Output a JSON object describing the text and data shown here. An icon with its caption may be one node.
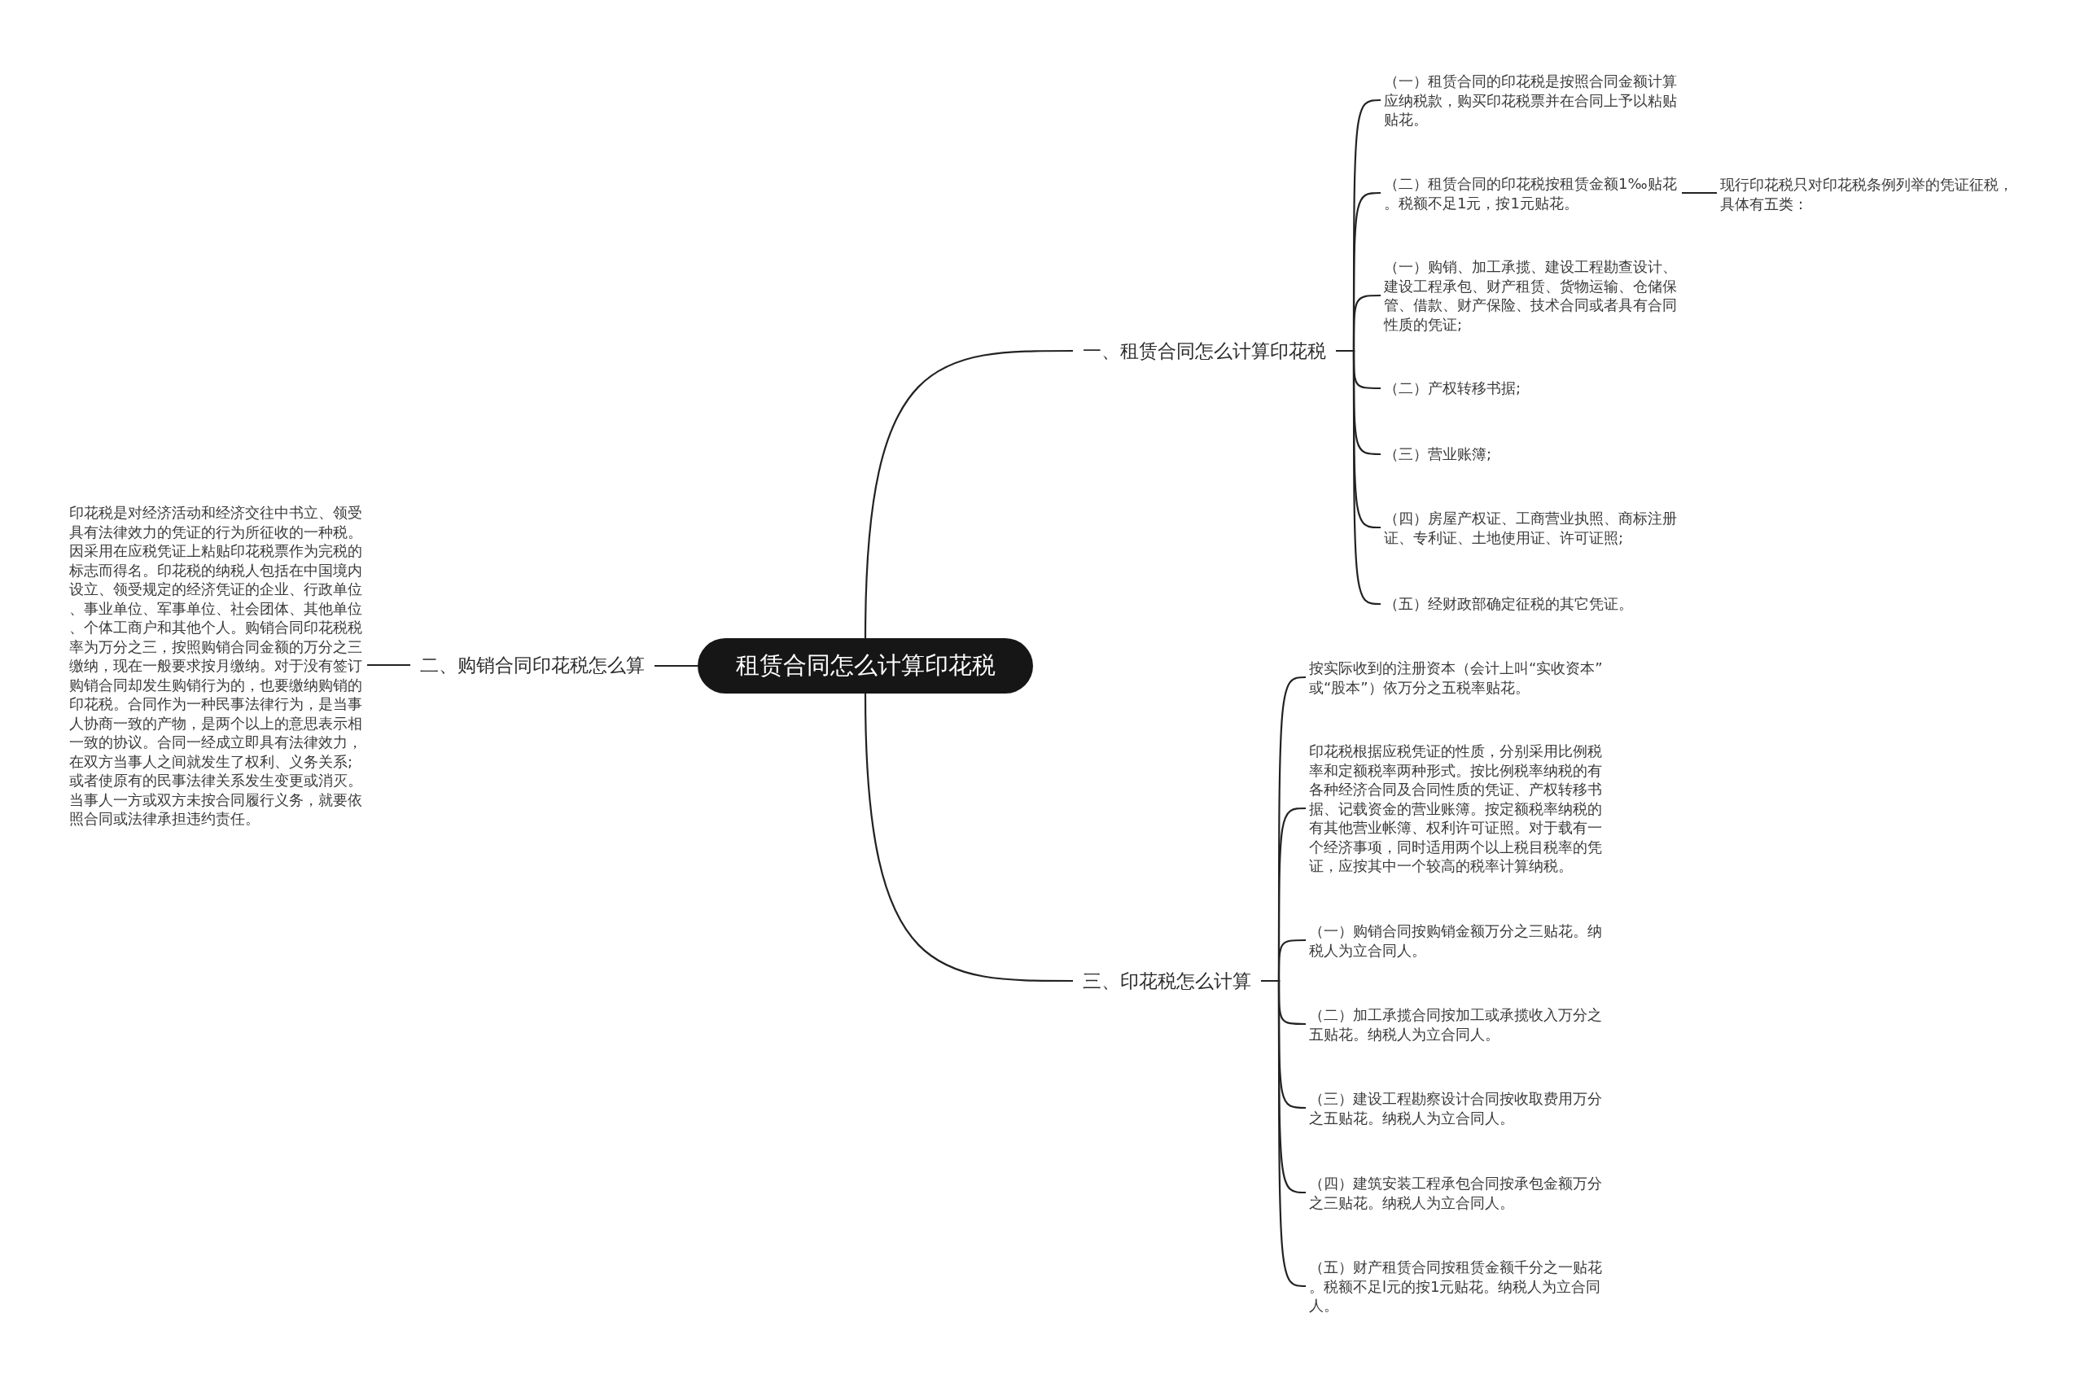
{
  "diagram": {
    "nodes": [
      {
        "text": [
          "租赁合同怎么计算印花税"
        ]
      },
      {
        "text": [
          "一、租赁合同怎么计算印花税"
        ]
      },
      {
        "text": [
          "（一）租赁合同的印花税是按照合同金额计算应纳税款，购买印花税票并在合同上予以粘贴贴花。"
        ]
      },
      {
        "text": [
          "（二）租赁合同的印花税按租赁金额1‰贴花。税额不足1元，按1元贴花。"
        ]
      },
      {
        "text": [
          "现行印花税只对印花税条例列举的凭证征税，具体有五类："
        ]
      },
      {
        "text": [
          "（一）购销、加工承揽、建设工程勘查设计、建设工程承包、财产租赁、货物运输、仓储保管、借款、财产保险、技术合同或者具有合同性质的凭证;"
        ]
      },
      {
        "text": [
          "（二）产权转移书据;"
        ]
      },
      {
        "text": [
          "（三）营业账簿;"
        ]
      },
      {
        "text": [
          "（四）房屋产权证、工商营业执照、商标注册证、专利证、土地使用证、许可证照;"
        ]
      },
      {
        "text": [
          "（五）经财政部确定征税的其它凭证。"
        ]
      },
      {
        "text": [
          "二、购销合同印花税怎么算"
        ]
      },
      {
        "text": [
          "印花税是对经济活动和经济交往中书立、领受具有法律效力的凭证的行为所征收的一种税。因采用在应税凭证上粘贴印花税票作为完税的标志而得名。印花税的纳税人包括在中国境内设立、领受规定的经济凭证的企业、行政单位、事业单位、军事单位、社会团体、其他单位、个体工商户和其他个人。购销合同印花税税率为万分之三，按照购销合同金额的万分之三缴纳，现在一般要求按月缴纳。对于没有签订购销合同却发生购销行为的，也要缴纳购销的印花税。合同作为一种民事法律行为，是当事人协商一致的产物，是两个以上的意思表示相一致的协议。合同一经成立即具有法律效力，在双方当事人之间就发生了权利、义务关系;或者使原有的民事法律关系发生变更或消灭。当事人一方或双方未按合同履行义务，就要依照合同或法律承担违约责任。"
        ]
      },
      {
        "text": [
          "三、印花税怎么计算"
        ]
      },
      {
        "text": [
          "按实际收到的注册资本（会计上叫“实收资本”或“股本”）依万分之五税率贴花。"
        ]
      },
      {
        "text": [
          "印花税根据应税凭证的性质，分别采用比例税率和定额税率两种形式。按比例税率纳税的有各种经济合同及合同性质的凭证、产权转移书据、记载资金的营业账簿。按定额税率纳税的有其他营业帐簿、权利许可证照。对于载有一个经济事项，同时适用两个以上税目税率的凭证，应按其中一个较高的税率计算纳税。"
        ]
      },
      {
        "text": [
          "（一）购销合同按购销金额万分之三贴花。纳税人为立合同人。"
        ]
      },
      {
        "text": [
          "（二）加工承揽合同按加工或承揽收入万分之五贴花。纳税人为立合同人。"
        ]
      },
      {
        "text": [
          "（三）建设工程勘察设计合同按收取费用万分之五贴花。纳税人为立合同人。"
        ]
      },
      {
        "text": [
          "（四）建筑安装工程承包合同按承包金额万分之三贴花。纳税人为立合同人。"
        ]
      },
      {
        "text": [
          "（五）财产租赁合同按租赁金额千分之一贴花。税额不足l元的按1元贴花。纳税人为立合同人。"
        ]
      }
    ],
    "edges": [
      {
        "from": 0,
        "to": 1,
        "arrow": "none"
      },
      {
        "from": 1,
        "to": 2,
        "arrow": "none"
      },
      {
        "from": 1,
        "to": 3,
        "arrow": "none"
      },
      {
        "from": 3,
        "to": 4,
        "arrow": "none"
      },
      {
        "from": 1,
        "to": 5,
        "arrow": "none"
      },
      {
        "from": 1,
        "to": 6,
        "arrow": "none"
      },
      {
        "from": 1,
        "to": 7,
        "arrow": "none"
      },
      {
        "from": 1,
        "to": 8,
        "arrow": "none"
      },
      {
        "from": 1,
        "to": 9,
        "arrow": "none"
      },
      {
        "from": 0,
        "to": 10,
        "arrow": "none"
      },
      {
        "from": 10,
        "to": 11,
        "arrow": "none"
      },
      {
        "from": 0,
        "to": 12,
        "arrow": "none"
      },
      {
        "from": 12,
        "to": 13,
        "arrow": "none"
      },
      {
        "from": 12,
        "to": 14,
        "arrow": "none"
      },
      {
        "from": 12,
        "to": 15,
        "arrow": "none"
      },
      {
        "from": 12,
        "to": 16,
        "arrow": "none"
      },
      {
        "from": 12,
        "to": 17,
        "arrow": "none"
      },
      {
        "from": 12,
        "to": 18,
        "arrow": "none"
      },
      {
        "from": 12,
        "to": 19,
        "arrow": "none"
      }
    ]
  }
}
